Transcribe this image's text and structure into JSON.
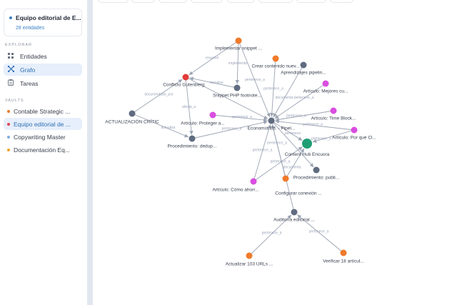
{
  "sidebar": {
    "vault_card": {
      "title": "Equipo editorial de E...",
      "count": "28 entidades",
      "dot_color": "#3b82c4"
    },
    "explore_label": "EXPLORAR",
    "nav": [
      {
        "label": "Entidades",
        "icon": "grid-icon"
      },
      {
        "label": "Grafo",
        "icon": "graph-icon",
        "active": true
      },
      {
        "label": "Tareas",
        "icon": "clipboard-icon"
      }
    ],
    "vaults_label": "VAULTS",
    "vaults": [
      {
        "label": "Contable Strategic ...",
        "color": "#f07a2a"
      },
      {
        "label": "Equipo editorial de ...",
        "color": "#e0444f",
        "active": true
      },
      {
        "label": "Copywriting Master",
        "color": "#7fb0e0"
      },
      {
        "label": "Documentación Eq...",
        "color": "#f0a22a"
      }
    ]
  },
  "graph": {
    "colors": {
      "task": "#f07a2a",
      "doc": "#5f6b80",
      "article": "#d94ee0",
      "conflict": "#e23b3b",
      "hub": "#1f9e74",
      "edge": "#9aa3b2"
    },
    "nodes": [
      {
        "id": "impl",
        "label": "Implementar snippet ...",
        "type": "task"
      },
      {
        "id": "crear",
        "label": "Crear contenido nuev...",
        "type": "task"
      },
      {
        "id": "aprend",
        "label": "Aprendizajes pipelin...",
        "type": "doc"
      },
      {
        "id": "conflict",
        "label": "Conflicto Gutenberg:",
        "type": "conflict"
      },
      {
        "id": "snippet",
        "label": "Snippet PHP footnote...",
        "type": "doc"
      },
      {
        "id": "mejores",
        "label": "Artículo: Mejores cu...",
        "type": "article"
      },
      {
        "id": "actual",
        "label": "ACTUALIZACIÓN CRÍTIC",
        "type": "doc"
      },
      {
        "id": "proteger",
        "label": "Artículo: Proteger a...",
        "type": "article"
      },
      {
        "id": "econ",
        "label": "Economía Ed. - Pipel...",
        "type": "doc"
      },
      {
        "id": "time",
        "label": "Artículo: Time Block...",
        "type": "article"
      },
      {
        "id": "porque",
        "label": "Artículo: Por qué Cl...",
        "type": "article"
      },
      {
        "id": "dedup",
        "label": "Procedimiento: dedup...",
        "type": "doc"
      },
      {
        "id": "hub",
        "label": "Content Hub Encuora",
        "type": "hub"
      },
      {
        "id": "publi",
        "label": "Procedimiento: publi...",
        "type": "doc"
      },
      {
        "id": "como",
        "label": "Artículo: Cómo ahorr...",
        "type": "article"
      },
      {
        "id": "config",
        "label": "Configurar conexión ...",
        "type": "task"
      },
      {
        "id": "audit",
        "label": "Auditoría editorial ...",
        "type": "doc"
      },
      {
        "id": "urls",
        "label": "Actualizar 103 URLs ...",
        "type": "task"
      },
      {
        "id": "verif",
        "label": "Verificar 18 artícul...",
        "type": "task"
      }
    ],
    "edges": [
      {
        "from": "impl",
        "to": "conflict",
        "label": "resuelve"
      },
      {
        "from": "impl",
        "to": "snippet",
        "label": "implementa"
      },
      {
        "from": "impl",
        "to": "econ",
        "label": "pertenece_a"
      },
      {
        "from": "snippet",
        "to": "conflict",
        "label": "resuelve"
      },
      {
        "from": "actual",
        "to": "conflict",
        "label": "documentado_por"
      },
      {
        "from": "conflict",
        "to": "dedup",
        "label": "afecta_a"
      },
      {
        "from": "actual",
        "to": "dedup",
        "label": "actualiza"
      },
      {
        "from": "crear",
        "to": "econ",
        "label": "pertenece_a"
      },
      {
        "from": "aprend",
        "to": "econ",
        "label": "documenta"
      },
      {
        "from": "mejores",
        "to": "econ",
        "label": "pertenece_a"
      },
      {
        "from": "conflict",
        "to": "econ",
        "label": ""
      },
      {
        "from": "proteger",
        "to": "econ",
        "label": "pertenece_a"
      },
      {
        "from": "dedup",
        "to": "econ",
        "label": "pertenece_a"
      },
      {
        "from": "time",
        "to": "econ",
        "label": "pertenece_a"
      },
      {
        "from": "porque",
        "to": "econ",
        "label": "pertenece_a"
      },
      {
        "from": "porque",
        "to": "hub",
        "label": "pertenece_a"
      },
      {
        "from": "econ",
        "to": "hub",
        "label": "pertenece"
      },
      {
        "from": "econ",
        "to": "publi",
        "label": ""
      },
      {
        "from": "como",
        "to": "econ",
        "label": "pertenece_a"
      },
      {
        "from": "config",
        "to": "econ",
        "label": "pertenece_a"
      },
      {
        "from": "como",
        "to": "hub",
        "label": "pertenece_a"
      },
      {
        "from": "config",
        "to": "hub",
        "label": "documenta"
      },
      {
        "from": "urls",
        "to": "audit",
        "label": "pertenece_a"
      },
      {
        "from": "verif",
        "to": "audit",
        "label": "pertenece_a"
      },
      {
        "from": "audit",
        "to": "econ",
        "label": ""
      }
    ]
  }
}
